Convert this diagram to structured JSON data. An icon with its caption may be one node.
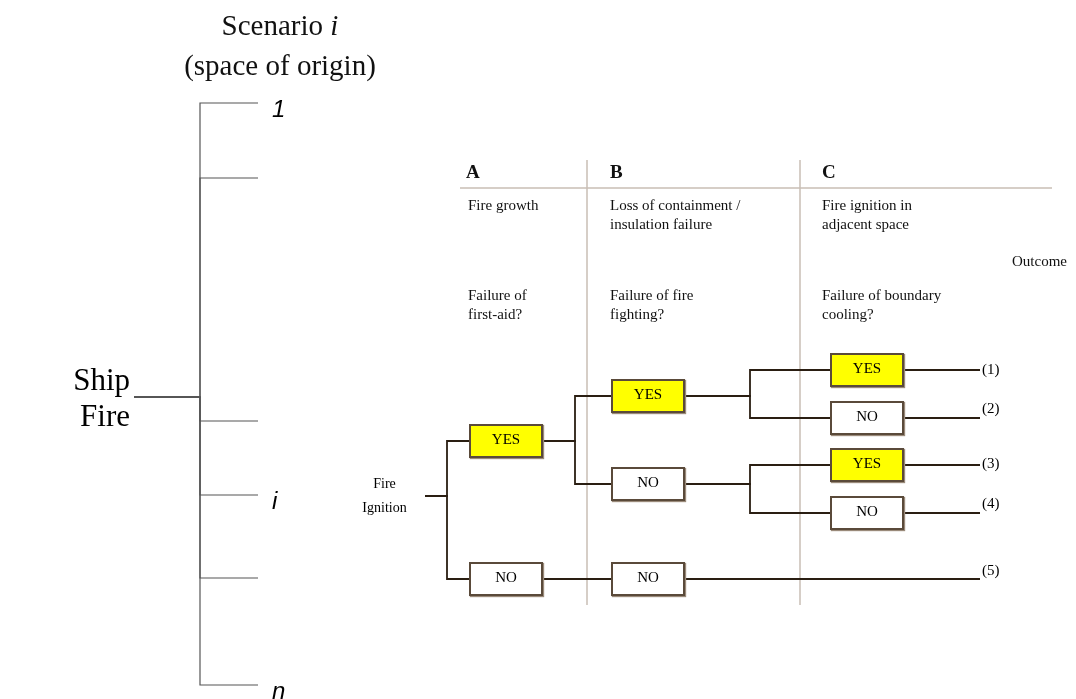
{
  "diagram": {
    "nodes": [
      {
        "text": [
          "Ship Fire"
        ]
      },
      {
        "text": [
          "1"
        ]
      },
      {
        "text": [
          "i"
        ]
      },
      {
        "text": [
          "n"
        ]
      },
      {
        "text": [
          "Fire Ignition"
        ]
      },
      {
        "text": [
          "YES"
        ]
      },
      {
        "text": [
          "NO"
        ]
      },
      {
        "text": [
          "YES"
        ]
      },
      {
        "text": [
          "NO"
        ]
      },
      {
        "text": [
          "NO"
        ]
      },
      {
        "text": [
          "YES"
        ]
      },
      {
        "text": [
          "NO"
        ]
      },
      {
        "text": [
          "YES"
        ]
      },
      {
        "text": [
          "NO"
        ]
      },
      {
        "text": [
          "(1)"
        ]
      },
      {
        "text": [
          "(2)"
        ]
      },
      {
        "text": [
          "(3)"
        ]
      },
      {
        "text": [
          "(4)"
        ]
      },
      {
        "text": [
          "(5)"
        ]
      }
    ],
    "edges": [
      {
        "from": 0,
        "to": 1,
        "arrow": "none"
      },
      {
        "from": 0,
        "to": null,
        "arrow": "none"
      },
      {
        "from": 0,
        "to": null,
        "arrow": "none"
      },
      {
        "from": 0,
        "to": 2,
        "arrow": "none"
      },
      {
        "from": 0,
        "to": null,
        "arrow": "none"
      },
      {
        "from": 0,
        "to": 3,
        "arrow": "none"
      },
      {
        "from": 4,
        "to": 5,
        "arrow": "none"
      },
      {
        "from": 4,
        "to": 6,
        "arrow": "none"
      },
      {
        "from": 5,
        "to": 7,
        "arrow": "none"
      },
      {
        "from": 5,
        "to": 8,
        "arrow": "none"
      },
      {
        "from": 6,
        "to": 9,
        "arrow": "none"
      },
      {
        "from": 7,
        "to": 10,
        "arrow": "none"
      },
      {
        "from": 7,
        "to": 11,
        "arrow": "none"
      },
      {
        "from": 8,
        "to": 12,
        "arrow": "none"
      },
      {
        "from": 8,
        "to": 13,
        "arrow": "none"
      },
      {
        "from": 10,
        "to": 14,
        "arrow": "none"
      },
      {
        "from": 11,
        "to": 15,
        "arrow": "none"
      },
      {
        "from": 12,
        "to": 16,
        "arrow": "none"
      },
      {
        "from": 13,
        "to": 17,
        "arrow": "none"
      },
      {
        "from": 9,
        "to": 18,
        "arrow": "none"
      }
    ],
    "labels": [
      "Scenario *i*",
      "(space of origin)",
      "A",
      "B",
      "C",
      "Fire growth",
      "Loss of containment / insulation failure",
      "Fire ignition in adjacent space",
      "Outcome",
      "Failure of first-aid?",
      "Failure of fire fighting?",
      "Failure of boundary cooling?"
    ]
  }
}
